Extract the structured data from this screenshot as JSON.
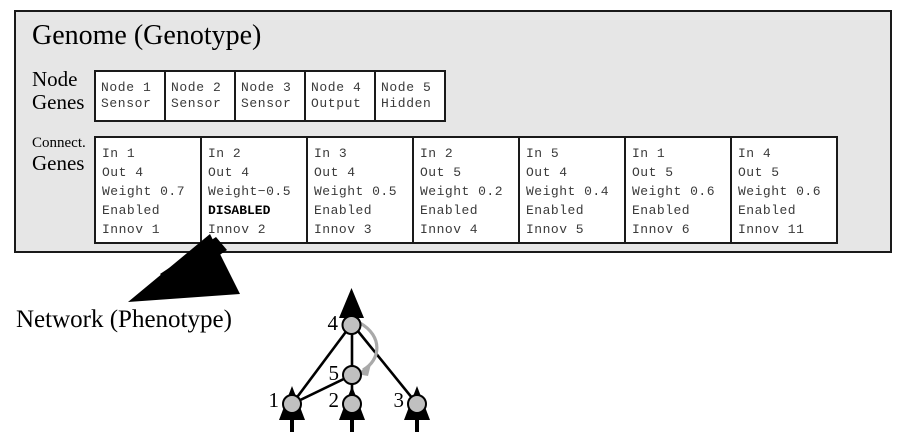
{
  "panel": {
    "title": "Genome (Genotype)",
    "node_genes_label_line1": "Node",
    "node_genes_label_line2": "Genes",
    "connect_genes_label_line1": "Connect.",
    "connect_genes_label_line2": "Genes"
  },
  "node_genes": [
    {
      "id": "Node 1",
      "type": "Sensor"
    },
    {
      "id": "Node 2",
      "type": "Sensor"
    },
    {
      "id": "Node 3",
      "type": "Sensor"
    },
    {
      "id": "Node 4",
      "type": "Output"
    },
    {
      "id": "Node 5",
      "type": "Hidden"
    }
  ],
  "connection_genes": [
    {
      "in": "In 1",
      "out": "Out 4",
      "weight": "Weight 0.7",
      "state": "Enabled",
      "innov": "Innov 1",
      "enabled": true
    },
    {
      "in": "In 2",
      "out": "Out 4",
      "weight": "Weight−0.5",
      "state": "DISABLED",
      "innov": "Innov 2",
      "enabled": false
    },
    {
      "in": "In 3",
      "out": "Out 4",
      "weight": "Weight 0.5",
      "state": "Enabled",
      "innov": "Innov 3",
      "enabled": true
    },
    {
      "in": "In 2",
      "out": "Out 5",
      "weight": "Weight 0.2",
      "state": "Enabled",
      "innov": "Innov 4",
      "enabled": true
    },
    {
      "in": "In 5",
      "out": "Out 4",
      "weight": "Weight 0.4",
      "state": "Enabled",
      "innov": "Innov 5",
      "enabled": true
    },
    {
      "in": "In 1",
      "out": "Out 5",
      "weight": "Weight 0.6",
      "state": "Enabled",
      "innov": "Innov 6",
      "enabled": true
    },
    {
      "in": "In 4",
      "out": "Out 5",
      "weight": "Weight 0.6",
      "state": "Enabled",
      "innov": "Innov 11",
      "enabled": true
    }
  ],
  "phenotype": {
    "caption": "Network (Phenotype)",
    "node_labels": {
      "n1": "1",
      "n2": "2",
      "n3": "3",
      "n4": "4",
      "n5": "5"
    }
  },
  "colors": {
    "panel_background": "#e6e6e6",
    "panel_border": "#1a1a1a",
    "cell_background": "#ffffff",
    "cell_text": "#3a3a3a",
    "node_fill": "#c0c0c0",
    "edge": "#000000",
    "recurrent_edge": "#a9a9a9"
  }
}
